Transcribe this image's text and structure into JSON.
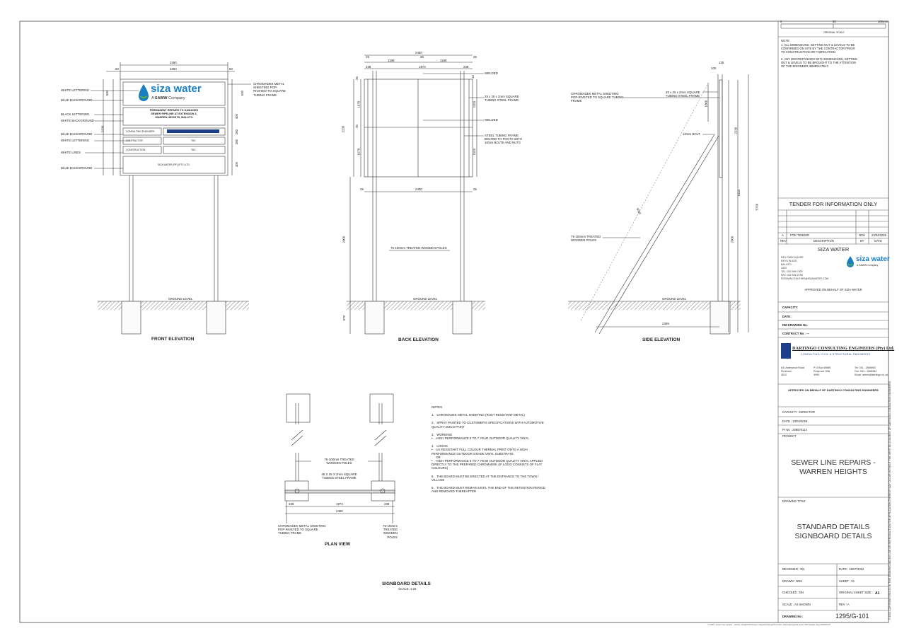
{
  "front": {
    "title": "FRONT ELEVATION",
    "dims": [
      "2450",
      "50",
      "2350",
      "50",
      "50",
      "530",
      "50",
      "2230",
      "400",
      "50",
      "280",
      "50",
      "280",
      "50",
      "400",
      "50",
      "630"
    ],
    "labels_left": [
      "WHITE LETTERING",
      "BLUE BACKGROUND",
      "BLACK LETTERING",
      "WHITE BACKGROUND",
      "BLUE BACKGROUND",
      "WHITE LETTERING",
      "WHITE LINES",
      "BLUE BACKGROUND"
    ],
    "callout": "CHROMADEK METAL SHEETING POP-RIVETED TO SQUARE TUBING FRAME",
    "logo_main": "siza water",
    "logo_sub_a": "A ",
    "logo_sub_b": "SAWW",
    "logo_sub_c": " Company",
    "project_line1": "PERMANENT REPAIRS TO DAMAGED",
    "project_line2": "SEWER PIPELINE AT EXTENSION 3,",
    "project_line3": "WARREN HEIGHTS, BALLITO",
    "consulting_label": "CONSULTING ENGINEER",
    "contractor_label": "CONTRACTOR",
    "contractor_value": "TBC",
    "construction_label": "CONSTRUCTION",
    "construction_value": "TBC",
    "footer_line": "SIZA WATER (RF) (PTY) LTD.",
    "ground": "GROUND LEVEL"
  },
  "back": {
    "title": "BACK ELEVATION",
    "dims": [
      "2450",
      "25",
      "1188",
      "25",
      "1188",
      "25",
      "238",
      "1974",
      "238",
      "25",
      "1078",
      "25",
      "1078",
      "13",
      "1103",
      "1103",
      "2230",
      "25",
      "2400",
      "25",
      "2000",
      "670"
    ],
    "welded_1": "WELDED",
    "tubing": "25 x 25 x 2mm SQUARE TUBING STEEL FRAME",
    "welded_2": "WELDED",
    "steel_bolt": "STEEL TUBING FRAME BOLTED TO POSTS WITH 10mm BOLTS AND NUTS",
    "poles": "75-100mm TREATED WOODEN POLES",
    "ground": "GROUND LEVEL"
  },
  "side": {
    "title": "SIDE ELEVATION",
    "tubing": "25 x 25 x 2mm SQUARE TUBING STEEL FRAME",
    "callout": "CHROMADEK METAL SHEETING POP-RIVETED TO SQUARE TUBING FRAME",
    "bolt": "10mm BOLT",
    "poles": "75-100mm TREATED WOODEN POLES",
    "ground": "GROUND LEVEL",
    "dims": [
      "125",
      "100",
      "1800",
      "2230",
      "5110",
      "5700",
      "5000",
      "2000",
      "2309"
    ]
  },
  "plan": {
    "title": "PLAN VIEW",
    "poles": "75-100mm TREATED WOODEN POLES",
    "tubing": "25 X 25 X 2mm SQUARE TUBING STEEL FRAME",
    "chromadek": "CHROMADEK METAL SHEETING POP-RIVETED TO SQUARE TUBING FRAME",
    "poles_right": "75-100mm TREATED WOODEN POLES",
    "dims": [
      "238",
      "1974",
      "238",
      "2450"
    ]
  },
  "notes": {
    "heading": "NOTES",
    "items": [
      "1.   CHROMADEK METAL SHEETING (RUST RESISTANT METAL)",
      "2.   SPRAY PAINTED TO CUSTOMER'S SPECIFICATIONS WITH AUTOMOTIVE QUALITY DUCO PAINT",
      "3.   WORDING\n•    HIGH PERFORMANCE 5 TO 7 YEAR OUTDOOR QUALITY VINYL",
      "4.   LOGOS\n•    UV RESISTANT FULL COLOUR THERMAL PRINT ONTO A HIGH PERFORMANCE OUTDOOR GRADE VINYL SUBSTRATE\n     OR\n•    HIGH PERFORMANCE 5 TO 7 YEAR OUTDOOR QUALITY VINYL APPLIED DIRECTLY TO THE PREPARED CHROMADEK (IF LOGO CONSISTS OF FLAT COLOURS)",
      "5.   THE BOARD MUST BE ERECTED AT THE ENTRANCE TO THE TOWN / VILLAGE",
      "6.   THE BOARD MUST REMAIN UNTIL THE END OF THE RETENTION PERIOD AND REMOVED THEREAFTER"
    ]
  },
  "drawing_title": "SIGNBOARD DETAILS",
  "drawing_scale": "SCALE: 1:25",
  "titleblock": {
    "scale_0": "0",
    "scale_50": "50",
    "scale_100": "100mm",
    "original_scale": "ORIGINAL SCALE",
    "note_heading": "NOTE:",
    "note_1": "1.   ALL DIMENSIONS, SETTING OUT & LEVELS TO BE CONFIRMED ON SITE BY THE CONTRACTOR PRIOR TO CONSTRUCTION OR FABRICATION",
    "note_2": "2.   ANY DISCREPANCIES WITH DIMENSIONS, SETTING OUT & LEVELS TO BE BROUGHT TO THE ATTENTION OF THE ENGINEER IMMEDIATELY.",
    "tender": "TENDER FOR INFORMATION ONLY",
    "rev_a": "A",
    "rev_desc": "FOR TENDER",
    "rev_by": "NGH",
    "rev_date": "23/04/2026",
    "hdr_rev": "REV",
    "hdr_desc": "DESCRIPTION",
    "hdr_by": "BY",
    "hdr_date": "DATE",
    "client": "SIZA WATER",
    "client_addr": [
      "REY PARK HOUSE",
      "REYS PLACE",
      "BALLITO",
      "4420",
      "TEL: 032 946 7300",
      "FAX: 032 946 2198",
      "ROSHAN.CHILITHIR@SIZAWATER.COM"
    ],
    "logo_main": "siza water",
    "logo_sub": "A SAWW Company",
    "approved_client": "APPROVED ON BEHALF OF SIZA WATER",
    "capacity_1": "CAPACITY:",
    "date_1": "DATE :",
    "dm_drawing": "DM DRAWING No.",
    "contract": "CONTRACT No :  ---",
    "consultant": "DARTINGO CONSULTING ENGINEERS (Pty) Ltd.",
    "consultant_sub": "CONSULTING CIVIL & STRUCTURAL ENGINEERS",
    "c_addr_1": [
      "64 Underwood Road",
      "Pinetown",
      "3610"
    ],
    "c_addr_2": [
      "P O Box 65896",
      "Reservoir Hills",
      "4090"
    ],
    "c_addr_3": [
      "Tel:    031 - 2668983",
      "Fax:   031 - 2668984",
      "Email: admin@dartingo.co.za"
    ],
    "approved_consultant": "APPROVED ON BEHALF OF DARTINGO CONSULTING ENGINEERS",
    "capacity_2": "CAPACITY :  DIRECTOR",
    "date_2": "DATE :  23/04/2026",
    "pr_no": "Pr No :  208570114",
    "project_label": "PROJECT",
    "project": "SEWER LINE REPAIRS - WARREN HEIGHTS",
    "drawing_title_label": "DRAWING TITLE",
    "drawing_title": "STANDARD DETAILS SIGNBOARD DETAILS",
    "designed": "DESIGNED :   DN",
    "date_d": "DATE :      15/07/2022",
    "drawn": "DRAWN :    NGH",
    "sheet": "SHEET :    01",
    "checked": "CHECKED :   DN",
    "orig_size": "ORIGINAL SHEET SIZE :",
    "orig_size_val": "A1",
    "scale": "SCALE :      AS SHOWN",
    "rev": "REV :       A",
    "drawing_no_label": "DRAWING No :",
    "drawing_no": "1295/G-101",
    "copyright": "© 2022 COPYRIGHT RESTS IN THIS DRAWING AND NO USE OR REPRODUCTION FOR APPLICATION THEREOF MAY OCCUR WITHOUT THE WRITTEN CONSENT OF DARTINGO CONSULTING ENGINEERS"
  },
  "file_path": "n:\\1295_sewer line repairs - warren heights\\00 design stage\\drawings\\04 tender drawings\\typical sewer 004 details.dwg 2022/07/27",
  "colors": {
    "line": "#333333",
    "water_blue": "#1a7fc1",
    "dark_blue": "#1c3f8a",
    "water_green": "#5bb24a"
  }
}
